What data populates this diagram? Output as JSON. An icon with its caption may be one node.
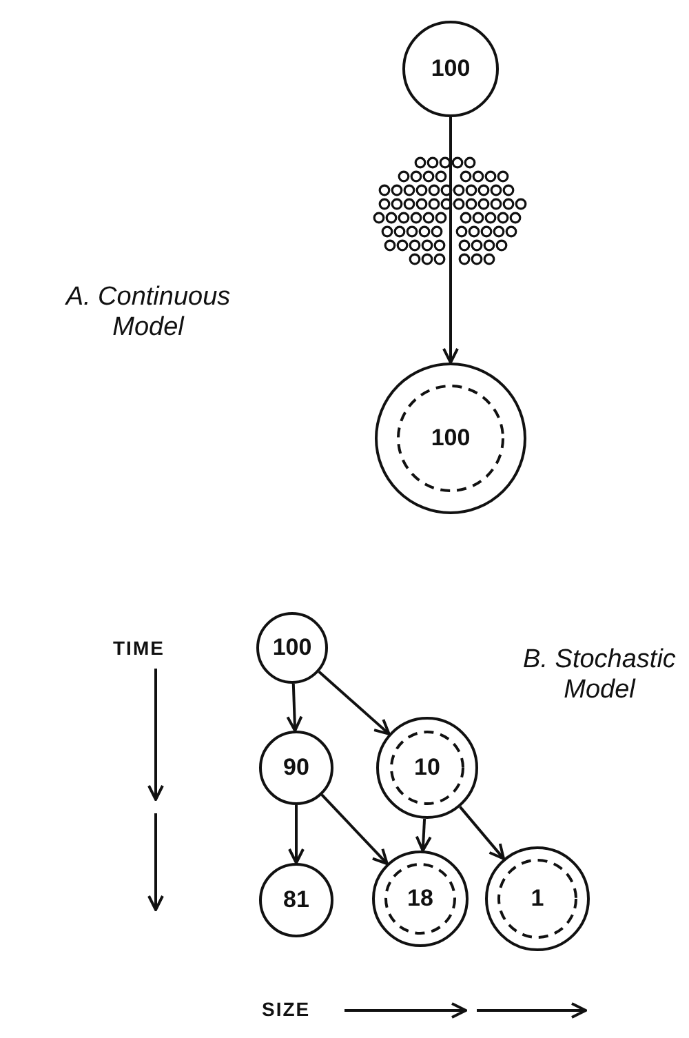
{
  "diagram": {
    "nodes": [
      {
        "text": [
          "100"
        ]
      },
      {
        "text": [
          "100"
        ]
      },
      {
        "text": [
          "100"
        ]
      },
      {
        "text": [
          "90"
        ]
      },
      {
        "text": [
          "10"
        ]
      },
      {
        "text": [
          "81"
        ]
      },
      {
        "text": [
          "18"
        ]
      },
      {
        "text": [
          "1"
        ]
      }
    ],
    "edges": [
      {
        "from": 0,
        "to": 1,
        "arrow": "to"
      },
      {
        "from": 2,
        "to": 3,
        "arrow": "to"
      },
      {
        "from": 2,
        "to": 4,
        "arrow": "to"
      },
      {
        "from": 3,
        "to": 5,
        "arrow": "to"
      },
      {
        "from": 3,
        "to": 6,
        "arrow": "to"
      },
      {
        "from": 4,
        "to": 6,
        "arrow": "to"
      },
      {
        "from": 4,
        "to": 7,
        "arrow": "to"
      }
    ],
    "labels": [
      "A. Continuous Model",
      "TIME",
      "B. Stochastic Model",
      "SIZE"
    ]
  }
}
